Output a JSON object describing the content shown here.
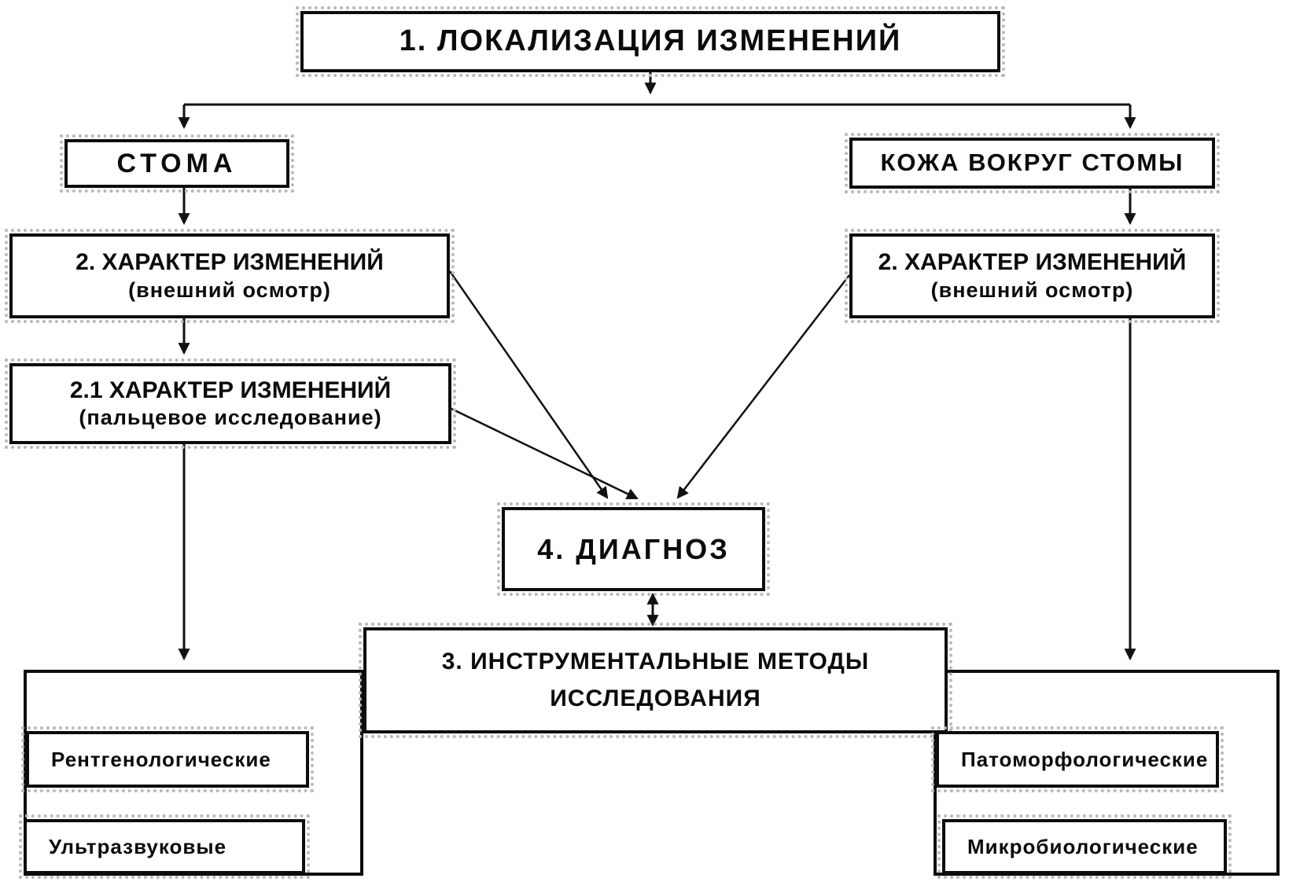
{
  "diagram": {
    "title_hint": "Diagnostic algorithm flowchart (Russian)",
    "colors": {
      "background": "#ffffff",
      "box_fill": "#ffffff",
      "border": "#0d0d0d",
      "line": "#111111",
      "shadow_stipple": "#b9b9b9"
    },
    "nodes": {
      "localization": {
        "label": "1. ЛОКАЛИЗАЦИЯ ИЗМЕНЕНИЙ"
      },
      "stoma": {
        "label": "СТОМА"
      },
      "skin": {
        "label": "КОЖА ВОКРУГ СТОМЫ"
      },
      "char_left": {
        "label": "2. ХАРАКТЕР ИЗМЕНЕНИЙ",
        "sublabel": "(внешний осмотр)"
      },
      "char_digital": {
        "label": "2.1 ХАРАКТЕР ИЗМЕНЕНИЙ",
        "sublabel": "(пальцевое исследование)"
      },
      "char_right": {
        "label": "2. ХАРАКТЕР ИЗМЕНЕНИЙ",
        "sublabel": "(внешний осмотр)"
      },
      "diagnosis": {
        "label": "4. ДИАГНОЗ"
      },
      "instrumental": {
        "label": "3. ИНСТРУМЕНТАЛЬНЫЕ МЕТОДЫ",
        "label2": "ИССЛЕДОВАНИЯ"
      },
      "xray": {
        "label": "Рентгенологические"
      },
      "ultrasound": {
        "label": "Ультразвуковые"
      },
      "pathomorph": {
        "label": "Патоморфологические"
      },
      "microbio": {
        "label": "Микробиологические"
      }
    },
    "edges": [
      {
        "from": "localization",
        "to": "stoma",
        "arrow": "down"
      },
      {
        "from": "localization",
        "to": "skin",
        "arrow": "down"
      },
      {
        "from": "stoma",
        "to": "char_left",
        "arrow": "down"
      },
      {
        "from": "char_left",
        "to": "char_digital",
        "arrow": "down"
      },
      {
        "from": "skin",
        "to": "char_right",
        "arrow": "down"
      },
      {
        "from": "char_left",
        "to": "diagnosis",
        "arrow": "diagonal"
      },
      {
        "from": "char_digital",
        "to": "diagnosis",
        "arrow": "diagonal"
      },
      {
        "from": "char_right",
        "to": "diagnosis",
        "arrow": "diagonal"
      },
      {
        "from": "instrumental",
        "to": "diagnosis",
        "arrow": "double-vertical"
      },
      {
        "from": "char_digital",
        "to": "left-methods-group",
        "arrow": "down"
      },
      {
        "from": "char_right",
        "to": "right-methods-group",
        "arrow": "down"
      }
    ]
  }
}
